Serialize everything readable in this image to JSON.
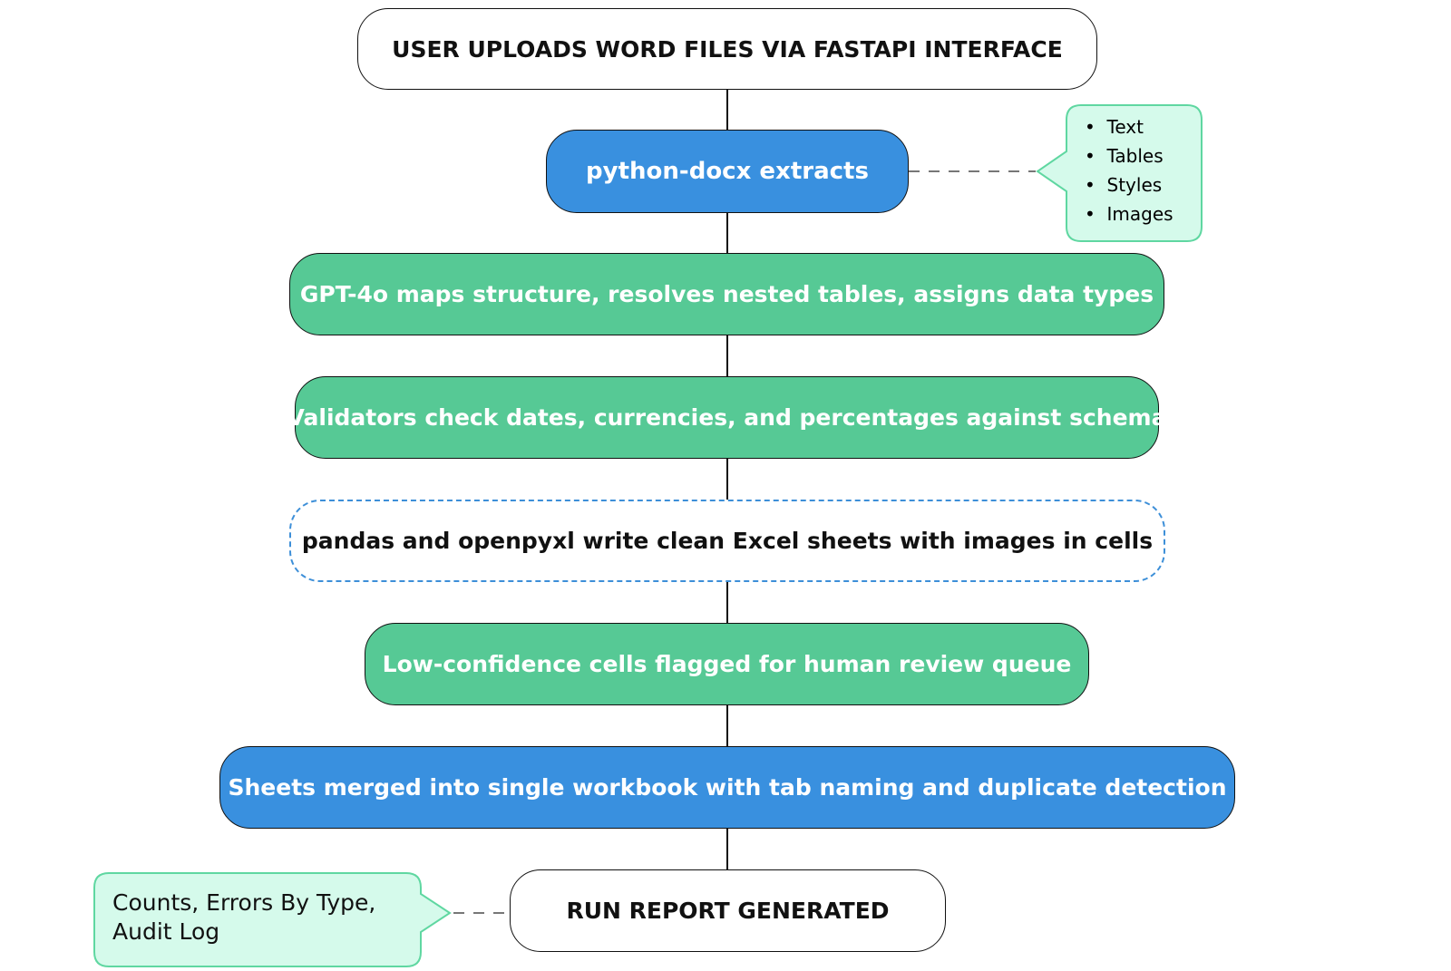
{
  "nodes": {
    "upload": "USER UPLOADS WORD FILES VIA FASTAPI INTERFACE",
    "extract": "python-docx extracts",
    "map": "GPT-4o maps structure, resolves nested tables, assigns data types",
    "validate": "Validators check dates, currencies, and percentages against schema",
    "write": "pandas and openpyxl write clean Excel sheets with images in cells",
    "flag": "Low-confidence cells flagged for human review queue",
    "merge": "Sheets merged into single workbook with tab naming and duplicate detection",
    "report": "RUN REPORT GENERATED"
  },
  "notes": {
    "extract_items": [
      "Text",
      "Tables",
      "Styles",
      "Images"
    ],
    "report_lines": [
      "Counts, Errors By Type,",
      "Audit Log"
    ]
  },
  "colors": {
    "blue": "#3990df",
    "green": "#56c995",
    "note_fill": "#d5faeb",
    "note_border": "#5fd7a1",
    "dashed_border": "#3d8fd8"
  }
}
